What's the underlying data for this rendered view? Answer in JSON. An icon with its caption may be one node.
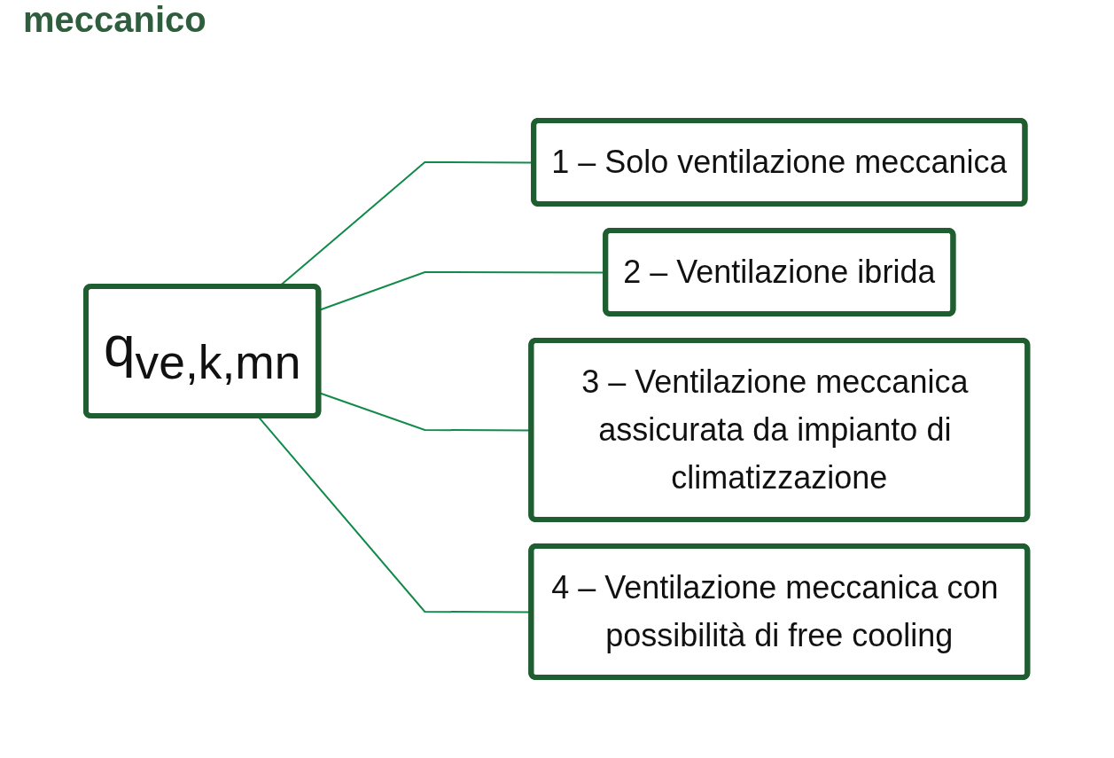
{
  "diagram": {
    "title": "meccanico",
    "nodes": [
      {
        "text": [
          "q$_{ve,k,mn}$"
        ]
      },
      {
        "text": [
          "1 – Solo ventilazione meccanica"
        ]
      },
      {
        "text": [
          "2 – Ventilazione ibrida"
        ]
      },
      {
        "text": [
          "3 – Ventilazione meccanica assicurata da impianto di climatizzazione"
        ]
      },
      {
        "text": [
          "4 – Ventilazione meccanica con possibilità di free cooling"
        ]
      }
    ],
    "edges": [
      {
        "from": 0,
        "to": 1,
        "arrow": "none"
      },
      {
        "from": 0,
        "to": 2,
        "arrow": "none"
      },
      {
        "from": 0,
        "to": 3,
        "arrow": "none"
      },
      {
        "from": 0,
        "to": 4,
        "arrow": "none"
      }
    ]
  }
}
